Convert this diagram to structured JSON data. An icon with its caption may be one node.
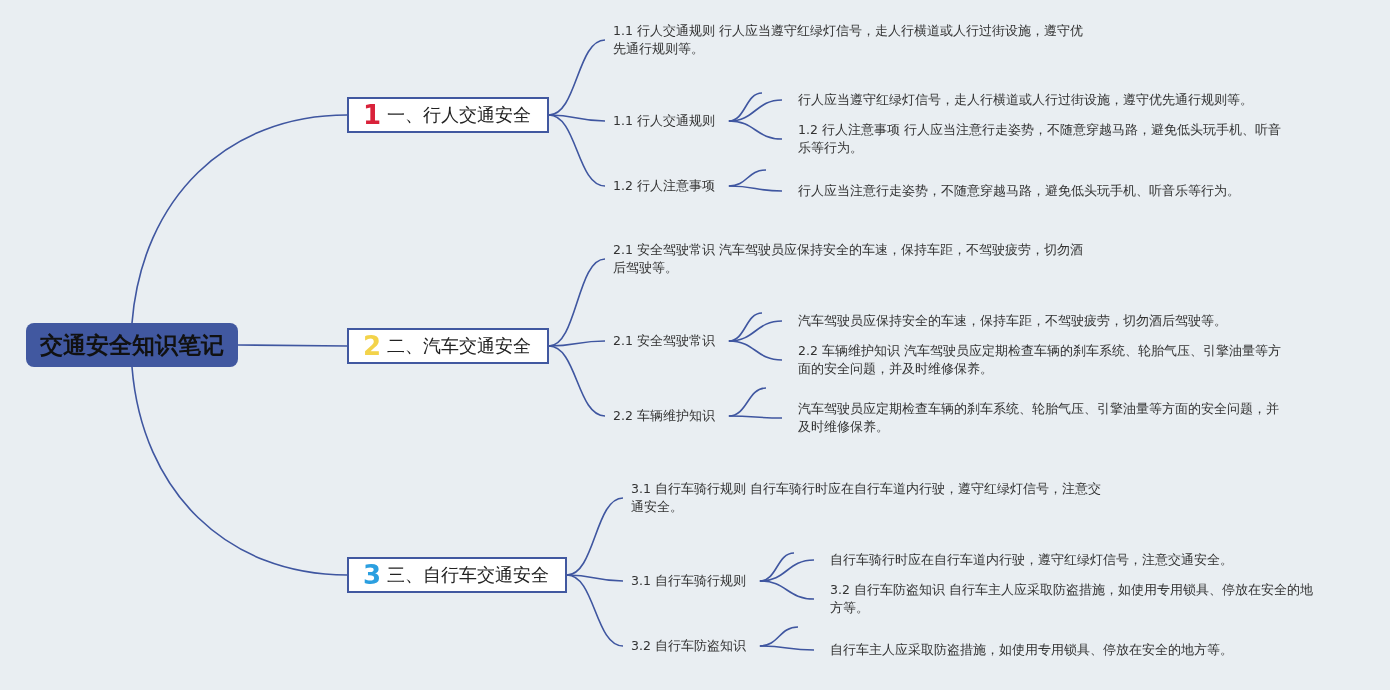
{
  "diagram": {
    "nodes": [
      {
        "text": [
          "交通安全知识笔记"
        ]
      },
      {
        "text": [
          "1",
          "一、行人交通安全"
        ]
      },
      {
        "text": [
          "1.1 行人交通规则 行人应当遵守红绿灯信号，走人行横道或人行过街设施，遵守优先通行规则等。"
        ]
      },
      {
        "text": [
          "1.1 行人交通规则"
        ]
      },
      {
        "text": [
          "行人应当遵守红绿灯信号，走人行横道或人行过街设施，遵守优先通行规则等。"
        ]
      },
      {
        "text": [
          "1.2 行人注意事项 行人应当注意行走姿势，不随意穿越马路，避免低头玩手机、听音乐等行为。"
        ]
      },
      {
        "text": [
          "1.2 行人注意事项"
        ]
      },
      {
        "text": [
          "行人应当注意行走姿势，不随意穿越马路，避免低头玩手机、听音乐等行为。"
        ]
      },
      {
        "text": [
          "2",
          "二、汽车交通安全"
        ]
      },
      {
        "text": [
          "2.1 安全驾驶常识 汽车驾驶员应保持安全的车速，保持车距，不驾驶疲劳，切勿酒后驾驶等。"
        ]
      },
      {
        "text": [
          "2.1 安全驾驶常识"
        ]
      },
      {
        "text": [
          "汽车驾驶员应保持安全的车速，保持车距，不驾驶疲劳，切勿酒后驾驶等。"
        ]
      },
      {
        "text": [
          "2.2 车辆维护知识 汽车驾驶员应定期检查车辆的刹车系统、轮胎气压、引擎油量等方面的安全问题，并及时维修保养。"
        ]
      },
      {
        "text": [
          "2.2 车辆维护知识"
        ]
      },
      {
        "text": [
          "汽车驾驶员应定期检查车辆的刹车系统、轮胎气压、引擎油量等方面的安全问题，并及时维修保养。"
        ]
      },
      {
        "text": [
          "3",
          "三、自行车交通安全"
        ]
      },
      {
        "text": [
          "3.1 自行车骑行规则 自行车骑行时应在自行车道内行驶，遵守红绿灯信号，注意交通安全。"
        ]
      },
      {
        "text": [
          "3.1 自行车骑行规则"
        ]
      },
      {
        "text": [
          "自行车骑行时应在自行车道内行驶，遵守红绿灯信号，注意交通安全。"
        ]
      },
      {
        "text": [
          "3.2 自行车防盗知识 自行车主人应采取防盗措施，如使用专用锁具、停放在安全的地方等。"
        ]
      },
      {
        "text": [
          "3.2 自行车防盗知识"
        ]
      },
      {
        "text": [
          "自行车主人应采取防盗措施，如使用专用锁具、停放在安全的地方等。"
        ]
      }
    ],
    "edges": [
      {
        "from": 0,
        "to": 1,
        "arrow": "none"
      },
      {
        "from": 0,
        "to": 8,
        "arrow": "none"
      },
      {
        "from": 0,
        "to": 15,
        "arrow": "none"
      },
      {
        "from": 1,
        "to": 2,
        "arrow": "none"
      },
      {
        "from": 1,
        "to": 3,
        "arrow": "none"
      },
      {
        "from": 1,
        "to": 6,
        "arrow": "none"
      },
      {
        "from": 3,
        "to": null,
        "arrow": "none"
      },
      {
        "from": 3,
        "to": 4,
        "arrow": "none"
      },
      {
        "from": 3,
        "to": 5,
        "arrow": "none"
      },
      {
        "from": 6,
        "to": null,
        "arrow": "none"
      },
      {
        "from": 6,
        "to": 7,
        "arrow": "none"
      },
      {
        "from": 8,
        "to": 9,
        "arrow": "none"
      },
      {
        "from": 8,
        "to": 10,
        "arrow": "none"
      },
      {
        "from": 8,
        "to": 13,
        "arrow": "none"
      },
      {
        "from": 10,
        "to": null,
        "arrow": "none"
      },
      {
        "from": 10,
        "to": 11,
        "arrow": "none"
      },
      {
        "from": 10,
        "to": 12,
        "arrow": "none"
      },
      {
        "from": 13,
        "to": null,
        "arrow": "none"
      },
      {
        "from": 13,
        "to": 14,
        "arrow": "none"
      },
      {
        "from": 15,
        "to": 16,
        "arrow": "none"
      },
      {
        "from": 15,
        "to": 17,
        "arrow": "none"
      },
      {
        "from": 15,
        "to": 20,
        "arrow": "none"
      },
      {
        "from": 17,
        "to": null,
        "arrow": "none"
      },
      {
        "from": 17,
        "to": 18,
        "arrow": "none"
      },
      {
        "from": 17,
        "to": 19,
        "arrow": "none"
      },
      {
        "from": 20,
        "to": null,
        "arrow": "none"
      },
      {
        "from": 20,
        "to": 21,
        "arrow": "none"
      }
    ]
  }
}
